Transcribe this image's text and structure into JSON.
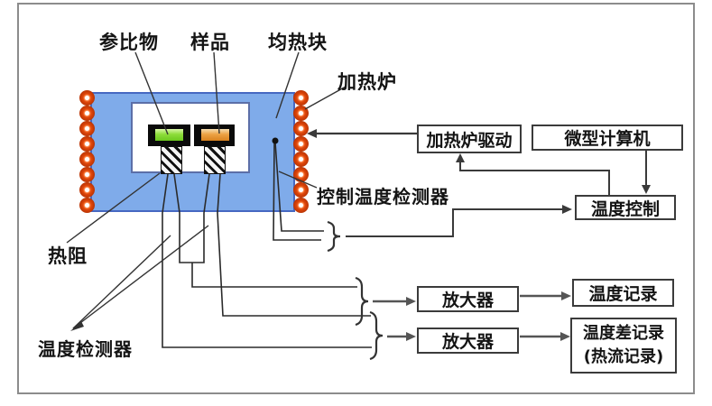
{
  "diagram": {
    "labels": {
      "reference": "参比物",
      "sample": "样品",
      "heat_sink_block": "均热块",
      "furnace": "加热炉",
      "control_temp_detector": "控制温度检测器",
      "thermal_resistance": "热阻",
      "temp_detector": "温度检测器"
    },
    "boxes": {
      "furnace_drive": {
        "label": "加热炉驱动"
      },
      "computer": {
        "label": "微型计算机"
      },
      "temp_control": {
        "label": "温度控制"
      },
      "amplifier_1": {
        "label": "放大器"
      },
      "temp_record": {
        "label": "温度记录"
      },
      "amplifier_2": {
        "label": "放大器"
      },
      "diff_record": {
        "line1": "温度差记录",
        "line2": "(热流记录)"
      }
    },
    "colors": {
      "furnace_body": "#7fabea",
      "furnace_border": "#4668c2",
      "cavity_border": "#5c6fa8",
      "heater_coil": "#e1490d",
      "reference_material": "#8edd3a",
      "sample_material": "#eda345",
      "line": "#333333",
      "frame": "#8c8c8c"
    }
  }
}
